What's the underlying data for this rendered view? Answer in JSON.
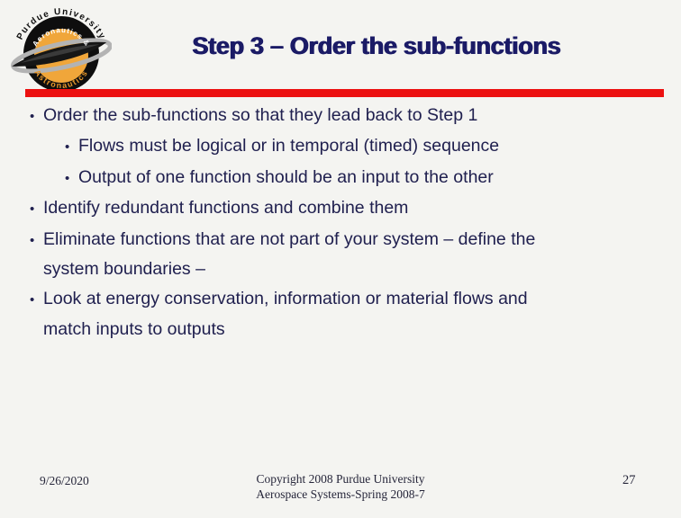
{
  "slide": {
    "title": "Step 3 – Order the sub-functions",
    "colors": {
      "accent_red": "#ec1111",
      "title_navy": "#1b1b66",
      "body_navy": "#20204f",
      "background": "#f4f4f1",
      "logo_gold": "#f0a63a",
      "logo_ring_silver": "#b3b3b3"
    }
  },
  "logo": {
    "name": "purdue-aeronautics-logo",
    "text_top": "Purdue University",
    "text_middle": "Aeronautics &",
    "text_bottom": "Astronautics"
  },
  "content": {
    "bullet_glyph": "•",
    "bullets": [
      {
        "level": 1,
        "text": "Order the sub-functions so that they lead back to Step 1"
      },
      {
        "level": 2,
        "text": "Flows must be logical or in temporal (timed) sequence"
      },
      {
        "level": 2,
        "text": "Output of one function should be an input to the other"
      },
      {
        "level": 1,
        "text": "Identify redundant functions and combine them"
      },
      {
        "level": 1,
        "text": "Eliminate functions that are not part of your system – define the\nsystem boundaries –"
      },
      {
        "level": 1,
        "text": "Look at energy conservation, information or material flows and\nmatch inputs to outputs"
      }
    ]
  },
  "footer": {
    "date": "9/26/2020",
    "copyright_line1": "Copyright 2008 Purdue University",
    "copyright_line2": "Aerospace Systems-Spring 2008-7",
    "page_number": "27"
  }
}
